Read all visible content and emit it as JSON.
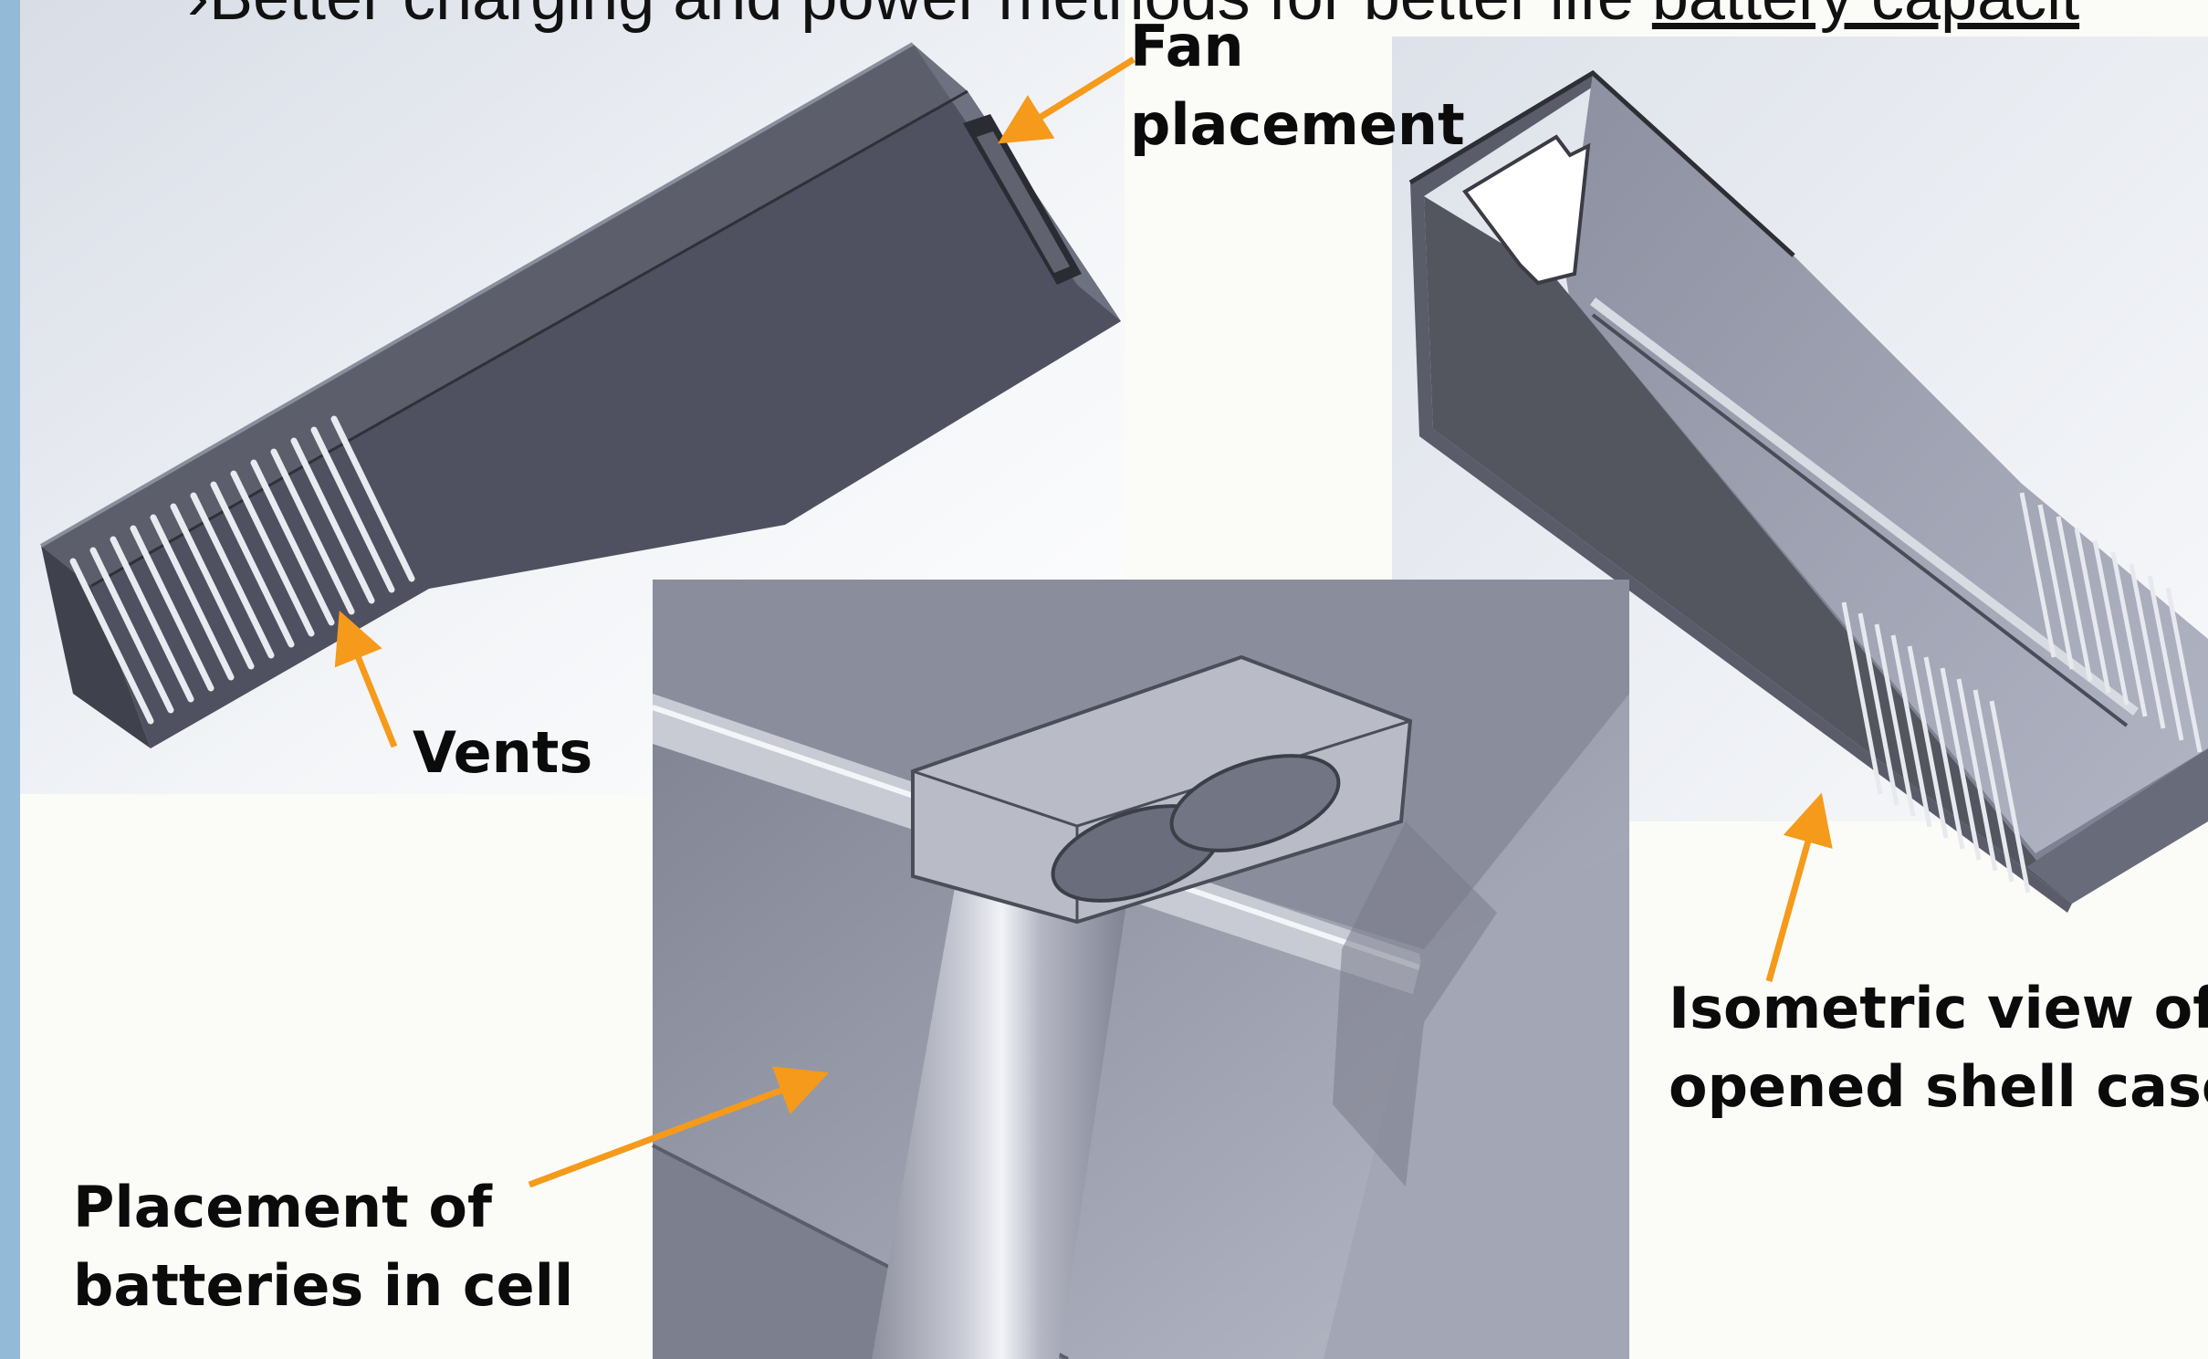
{
  "header": {
    "text_visible": "›Better charging and power methods for better life ",
    "text_underlined": "battery capacit"
  },
  "labels": {
    "fan": [
      "Fan",
      "placement"
    ],
    "vents": [
      "Vents"
    ],
    "isometric": [
      "Isometric view of",
      "opened shell case"
    ],
    "batteries": [
      "Placement of",
      "batteries in cell"
    ]
  },
  "colors": {
    "accent_arrow": "#f59a1b",
    "side_bar": "#93bbd8",
    "model_dark": "#4a4c58",
    "model_mid": "#6f7283",
    "model_light": "#a5a8b8",
    "label_text": "#0b0b0b"
  }
}
